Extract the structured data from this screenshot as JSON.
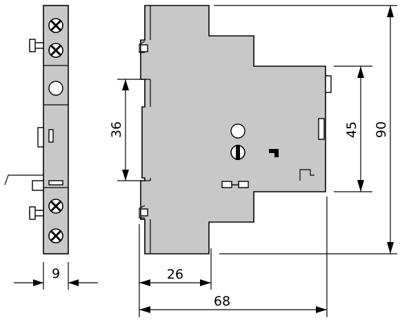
{
  "diagram": {
    "dimensions": {
      "side_width": "9",
      "front_width_small": "26",
      "front_width_total": "68",
      "rail_height": "36",
      "window_height": "45",
      "total_height": "90"
    }
  }
}
